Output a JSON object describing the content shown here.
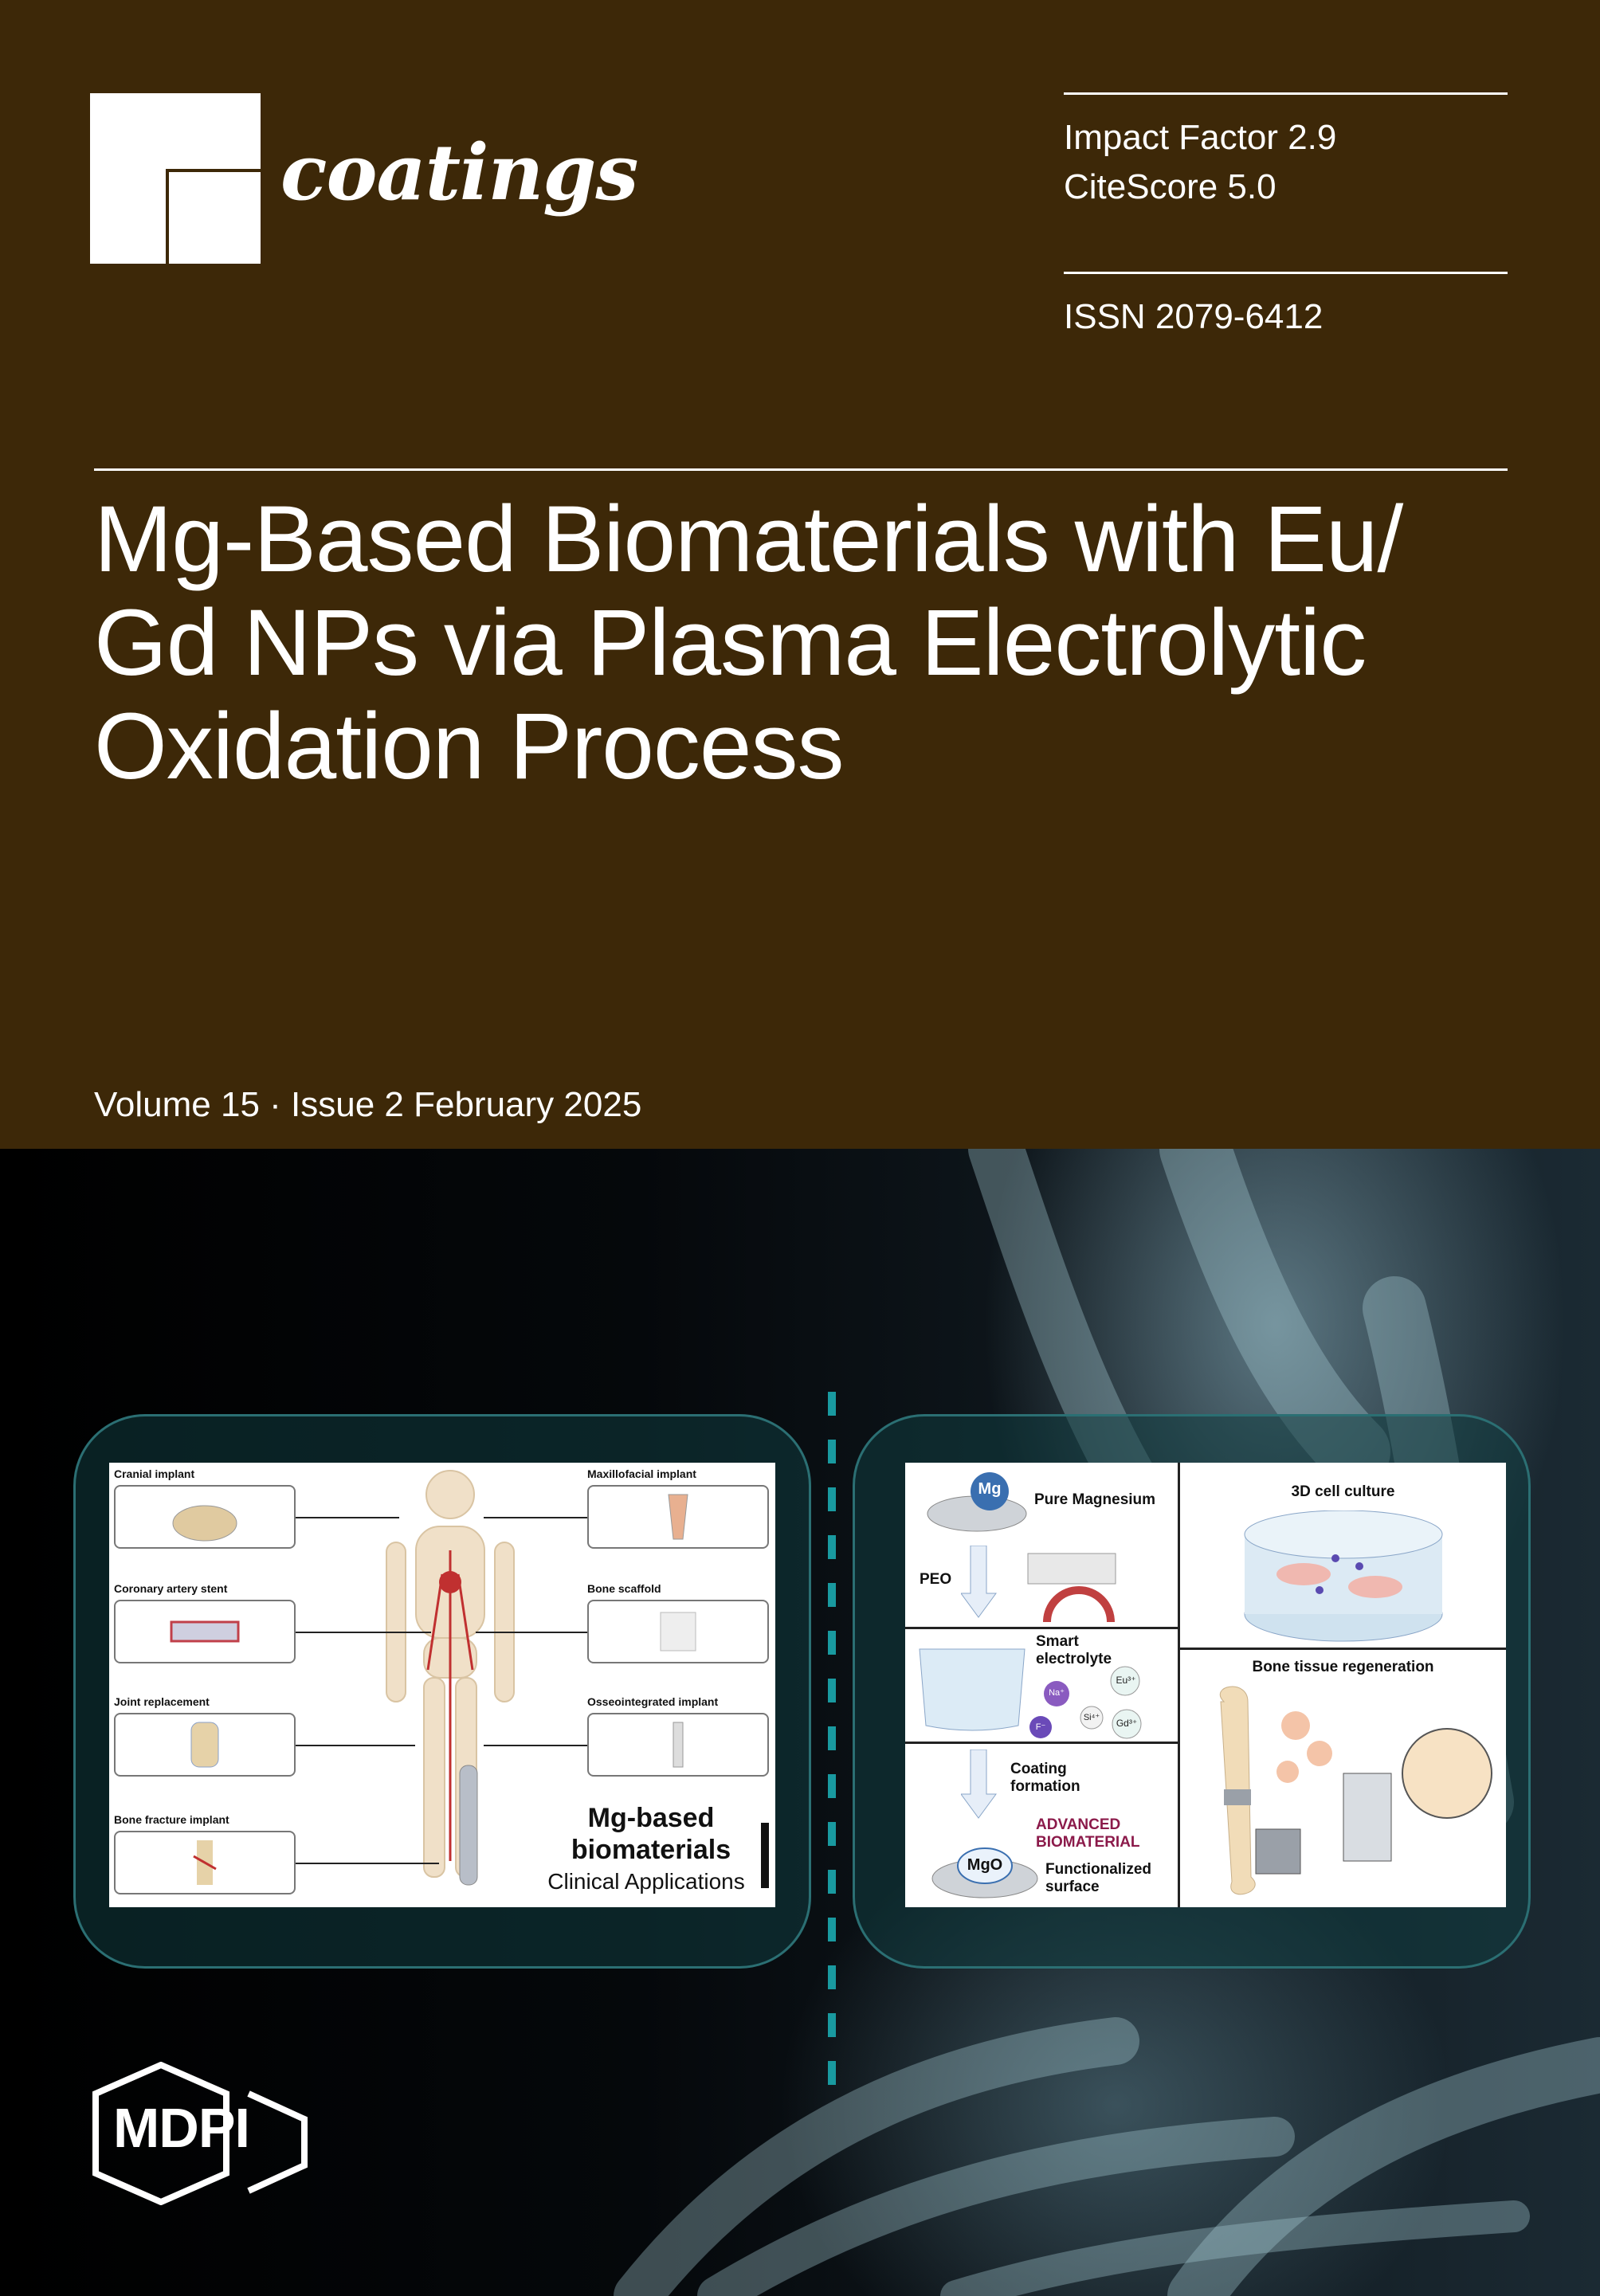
{
  "journal": {
    "name": "coatings",
    "impact_factor": "Impact Factor 2.9",
    "citescore": "CiteScore 5.0",
    "issn": "ISSN 2079-6412"
  },
  "article": {
    "title_lines": [
      "Mg-Based Biomaterials with Eu/",
      "Gd NPs via Plasma Electrolytic",
      "Oxidation Process"
    ]
  },
  "issue": {
    "line": "Volume 15 · Issue 2 February 2025"
  },
  "left_figure": {
    "labels": [
      "Cranial implant",
      "Coronary artery stent",
      "Joint replacement",
      "Bone fracture implant",
      "Maxillofacial implant",
      "Bone scaffold",
      "Osseointegrated implant"
    ],
    "title_line1": "Mg-based",
    "title_line2": "biomaterials",
    "subtitle": "Clinical Applications"
  },
  "right_figure": {
    "mg": "Mg",
    "pure_magnesium": "Pure Magnesium",
    "peo": "PEO",
    "smart_electrolyte_1": "Smart",
    "smart_electrolyte_2": "electrolyte",
    "ions": [
      "Na⁺",
      "Eu³⁺",
      "Si⁴⁺",
      "F⁻",
      "Gd³⁺"
    ],
    "coating_1": "Coating",
    "coating_2": "formation",
    "advanced_1": "ADVANCED",
    "advanced_2": "BIOMATERIAL",
    "mgo": "MgO",
    "functionalized_1": "Functionalized",
    "functionalized_2": "surface",
    "cell_culture": "3D cell culture",
    "bone_regeneration": "Bone tissue regeneration"
  },
  "publisher": {
    "name": "MDPI"
  },
  "colors": {
    "top_background": "#3d2808",
    "panel_border": "#2b6f73",
    "dash": "#199aa0",
    "advanced": "#8b1a4a"
  }
}
